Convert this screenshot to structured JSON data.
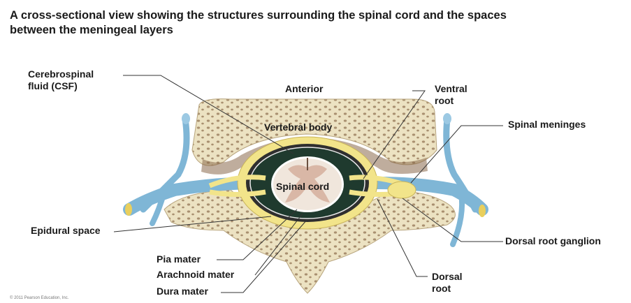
{
  "title": "A cross-sectional view showing the structures surrounding the spinal cord and the spaces between the meningeal layers",
  "labels": {
    "csf": "Cerebrospinal\nfluid (CSF)",
    "anterior": "Anterior",
    "vertebral_body": "Vertebral body",
    "spinal_cord": "Spinal cord",
    "ventral_root": "Ventral\nroot",
    "spinal_meninges": "Spinal meninges",
    "epidural_space": "Epidural space",
    "pia_mater": "Pia mater",
    "arachnoid_mater": "Arachnoid mater",
    "dura_mater": "Dura mater",
    "dorsal_root_ganglion": "Dorsal root ganglion",
    "dorsal_root": "Dorsal\nroot"
  },
  "copyright": "© 2011 Pearson Education, Inc.",
  "colors": {
    "bone": "#ece2c2",
    "bone_pore": "#a99070",
    "vein": "#7fb6d6",
    "dura": "#2f2f2f",
    "csf_dark": "#1f3a2e",
    "fat": "#f2e48a",
    "cord": "#f0e6dc",
    "gray_matter": "#d9b7a6",
    "root": "#f2e48a"
  }
}
